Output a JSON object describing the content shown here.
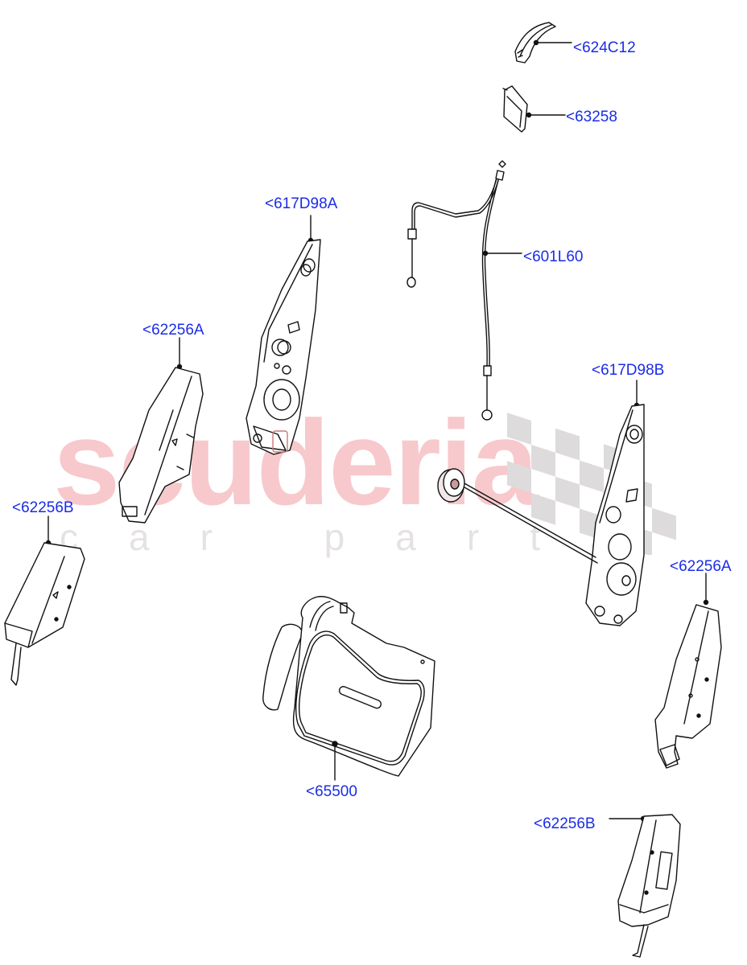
{
  "diagram": {
    "watermark": {
      "main": "scuderia",
      "sub": "car parts"
    },
    "colors": {
      "label": "#1a2ce8",
      "line": "#111111",
      "watermark_main": "#f7c9cc",
      "watermark_sub": "#e6e2e3",
      "checker": "#dddbdc"
    },
    "callouts": [
      {
        "id": "624C12",
        "text": "<624C12",
        "part": "release-handle"
      },
      {
        "id": "63258",
        "text": "<63258",
        "part": "handle-bezel"
      },
      {
        "id": "601L60",
        "text": "<601L60",
        "part": "release-cable"
      },
      {
        "id": "617D98A",
        "text": "<617D98A",
        "part": "recliner-mechanism-left"
      },
      {
        "id": "62256A_left",
        "text": "<62256A",
        "part": "recliner-cover-left"
      },
      {
        "id": "62256B_left",
        "text": "<62256B",
        "part": "recliner-cover-lower-left"
      },
      {
        "id": "617D98B",
        "text": "<617D98B",
        "part": "recliner-mechanism-right"
      },
      {
        "id": "62256A_right",
        "text": "<62256A",
        "part": "recliner-cover-right"
      },
      {
        "id": "65500",
        "text": "<65500",
        "part": "lumbar-support"
      },
      {
        "id": "62256B_right",
        "text": "<62256B",
        "part": "recliner-cover-lower-right"
      }
    ]
  }
}
